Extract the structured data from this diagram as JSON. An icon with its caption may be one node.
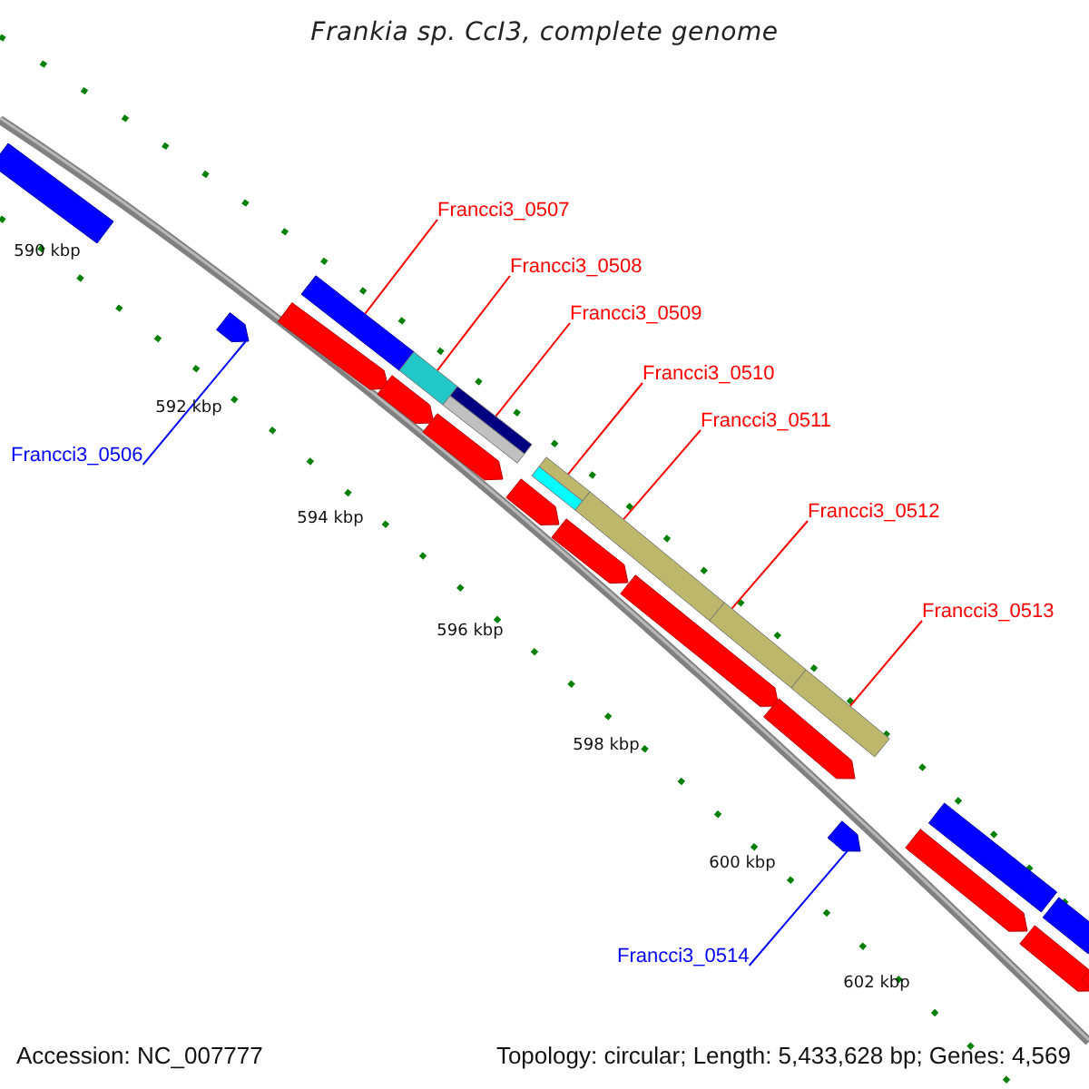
{
  "diagram": {
    "title": "Frankia sp. CcI3, complete genome",
    "nodes": [
      {
        "text": [
          "Francci3_0506"
        ]
      },
      {
        "text": [],
        "shape": "arrow"
      },
      {
        "text": [
          "Francci3_0507"
        ]
      },
      {
        "text": [],
        "shape": "bar"
      },
      {
        "text": [
          "Francci3_0508"
        ]
      },
      {
        "text": [],
        "shape": "bar"
      },
      {
        "text": [
          "Francci3_0509"
        ]
      },
      {
        "text": [],
        "shape": "bar"
      },
      {
        "text": [
          "Francci3_0510"
        ]
      },
      {
        "text": [],
        "shape": "bar"
      },
      {
        "text": [
          "Francci3_0511"
        ]
      },
      {
        "text": [],
        "shape": "bar"
      },
      {
        "text": [
          "Francci3_0512"
        ]
      },
      {
        "text": [],
        "shape": "bar"
      },
      {
        "text": [
          "Francci3_0513"
        ]
      },
      {
        "text": [],
        "shape": "bar"
      },
      {
        "text": [
          "Francci3_0514"
        ]
      },
      {
        "text": [],
        "shape": "arrow"
      },
      {
        "text": [],
        "shape": "bar"
      },
      {
        "text": [],
        "shape": "arrow"
      },
      {
        "text": [],
        "shape": "arrow"
      },
      {
        "text": [],
        "shape": "arrow"
      },
      {
        "text": [],
        "shape": "arrow"
      },
      {
        "text": [],
        "shape": "bar"
      },
      {
        "text": [],
        "shape": "arrow"
      },
      {
        "text": [],
        "shape": "arrow"
      },
      {
        "text": [],
        "shape": "arrow"
      },
      {
        "text": [],
        "shape": "arrow"
      },
      {
        "text": [],
        "shape": "bar"
      },
      {
        "text": [],
        "shape": "arrow"
      },
      {
        "text": [],
        "shape": "bar"
      },
      {
        "text": [],
        "shape": "arrow"
      }
    ],
    "edges": [
      {
        "from": 0,
        "to": 1,
        "arrow": "none",
        "color": "#0000ff"
      },
      {
        "from": 2,
        "to": 3,
        "arrow": "none"
      },
      {
        "from": 4,
        "to": 5,
        "arrow": "none"
      },
      {
        "from": 6,
        "to": 7,
        "arrow": "none"
      },
      {
        "from": 8,
        "to": 9,
        "arrow": "none"
      },
      {
        "from": 10,
        "to": 11,
        "arrow": "none"
      },
      {
        "from": 12,
        "to": 13,
        "arrow": "none"
      },
      {
        "from": 14,
        "to": 15,
        "arrow": "none"
      },
      {
        "from": 16,
        "to": 17,
        "arrow": "none",
        "color": "#0000ff"
      }
    ],
    "labels": [
      "590 kbp",
      "592 kbp",
      "594 kbp",
      "596 kbp",
      "598 kbp",
      "600 kbp",
      "602 kbp",
      "Accession: NC_007777",
      "Topology: circular; Length: 5,433,628 bp; Genes: 4,569"
    ]
  }
}
